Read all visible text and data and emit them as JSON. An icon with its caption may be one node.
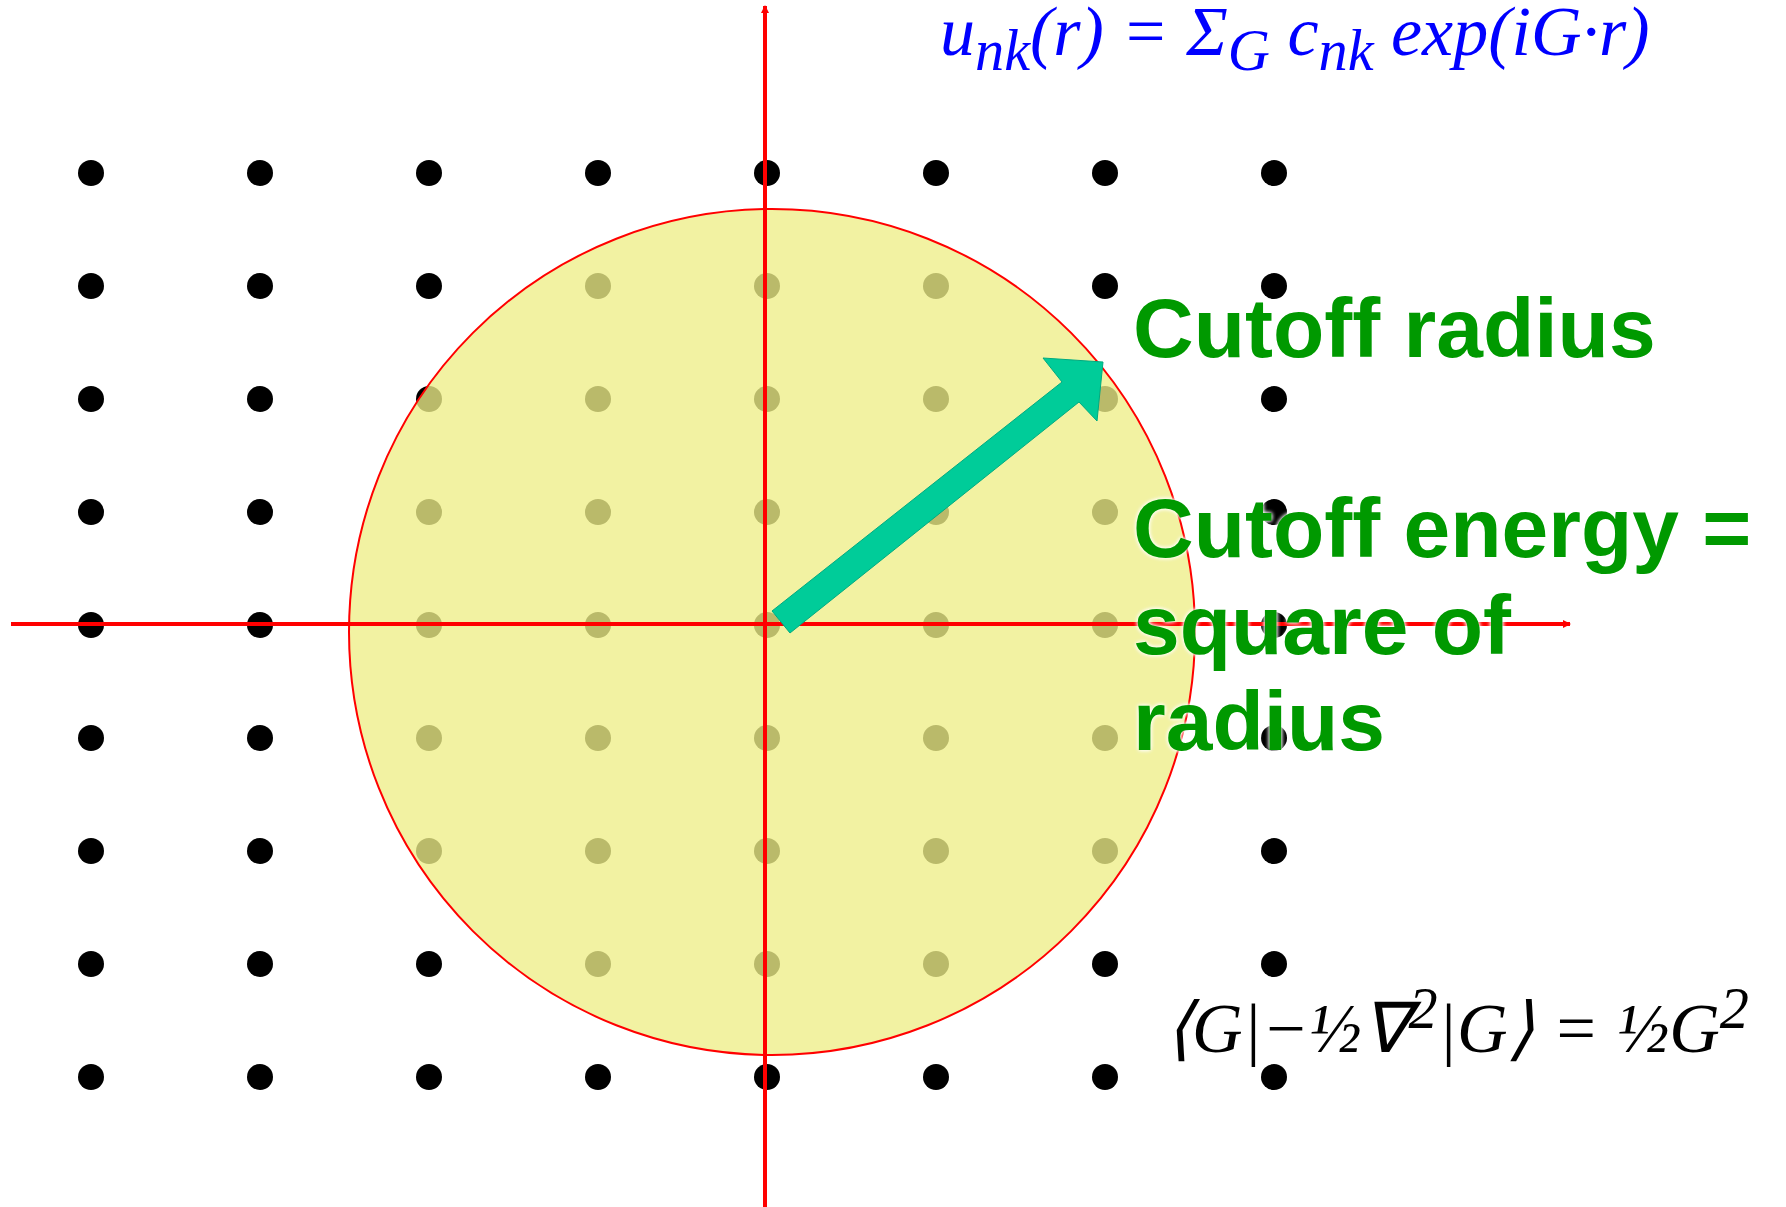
{
  "diagram": {
    "labels": [
      "u$_{nk}$(r) = Σ$_{G}$ c$_{nk}$ exp(iG·r)",
      "Cutoff radius",
      "Cutoff energy = square of radius",
      "⟨G|−½∇$^{2}$|G⟩ = ½G$^{2}$"
    ]
  }
}
